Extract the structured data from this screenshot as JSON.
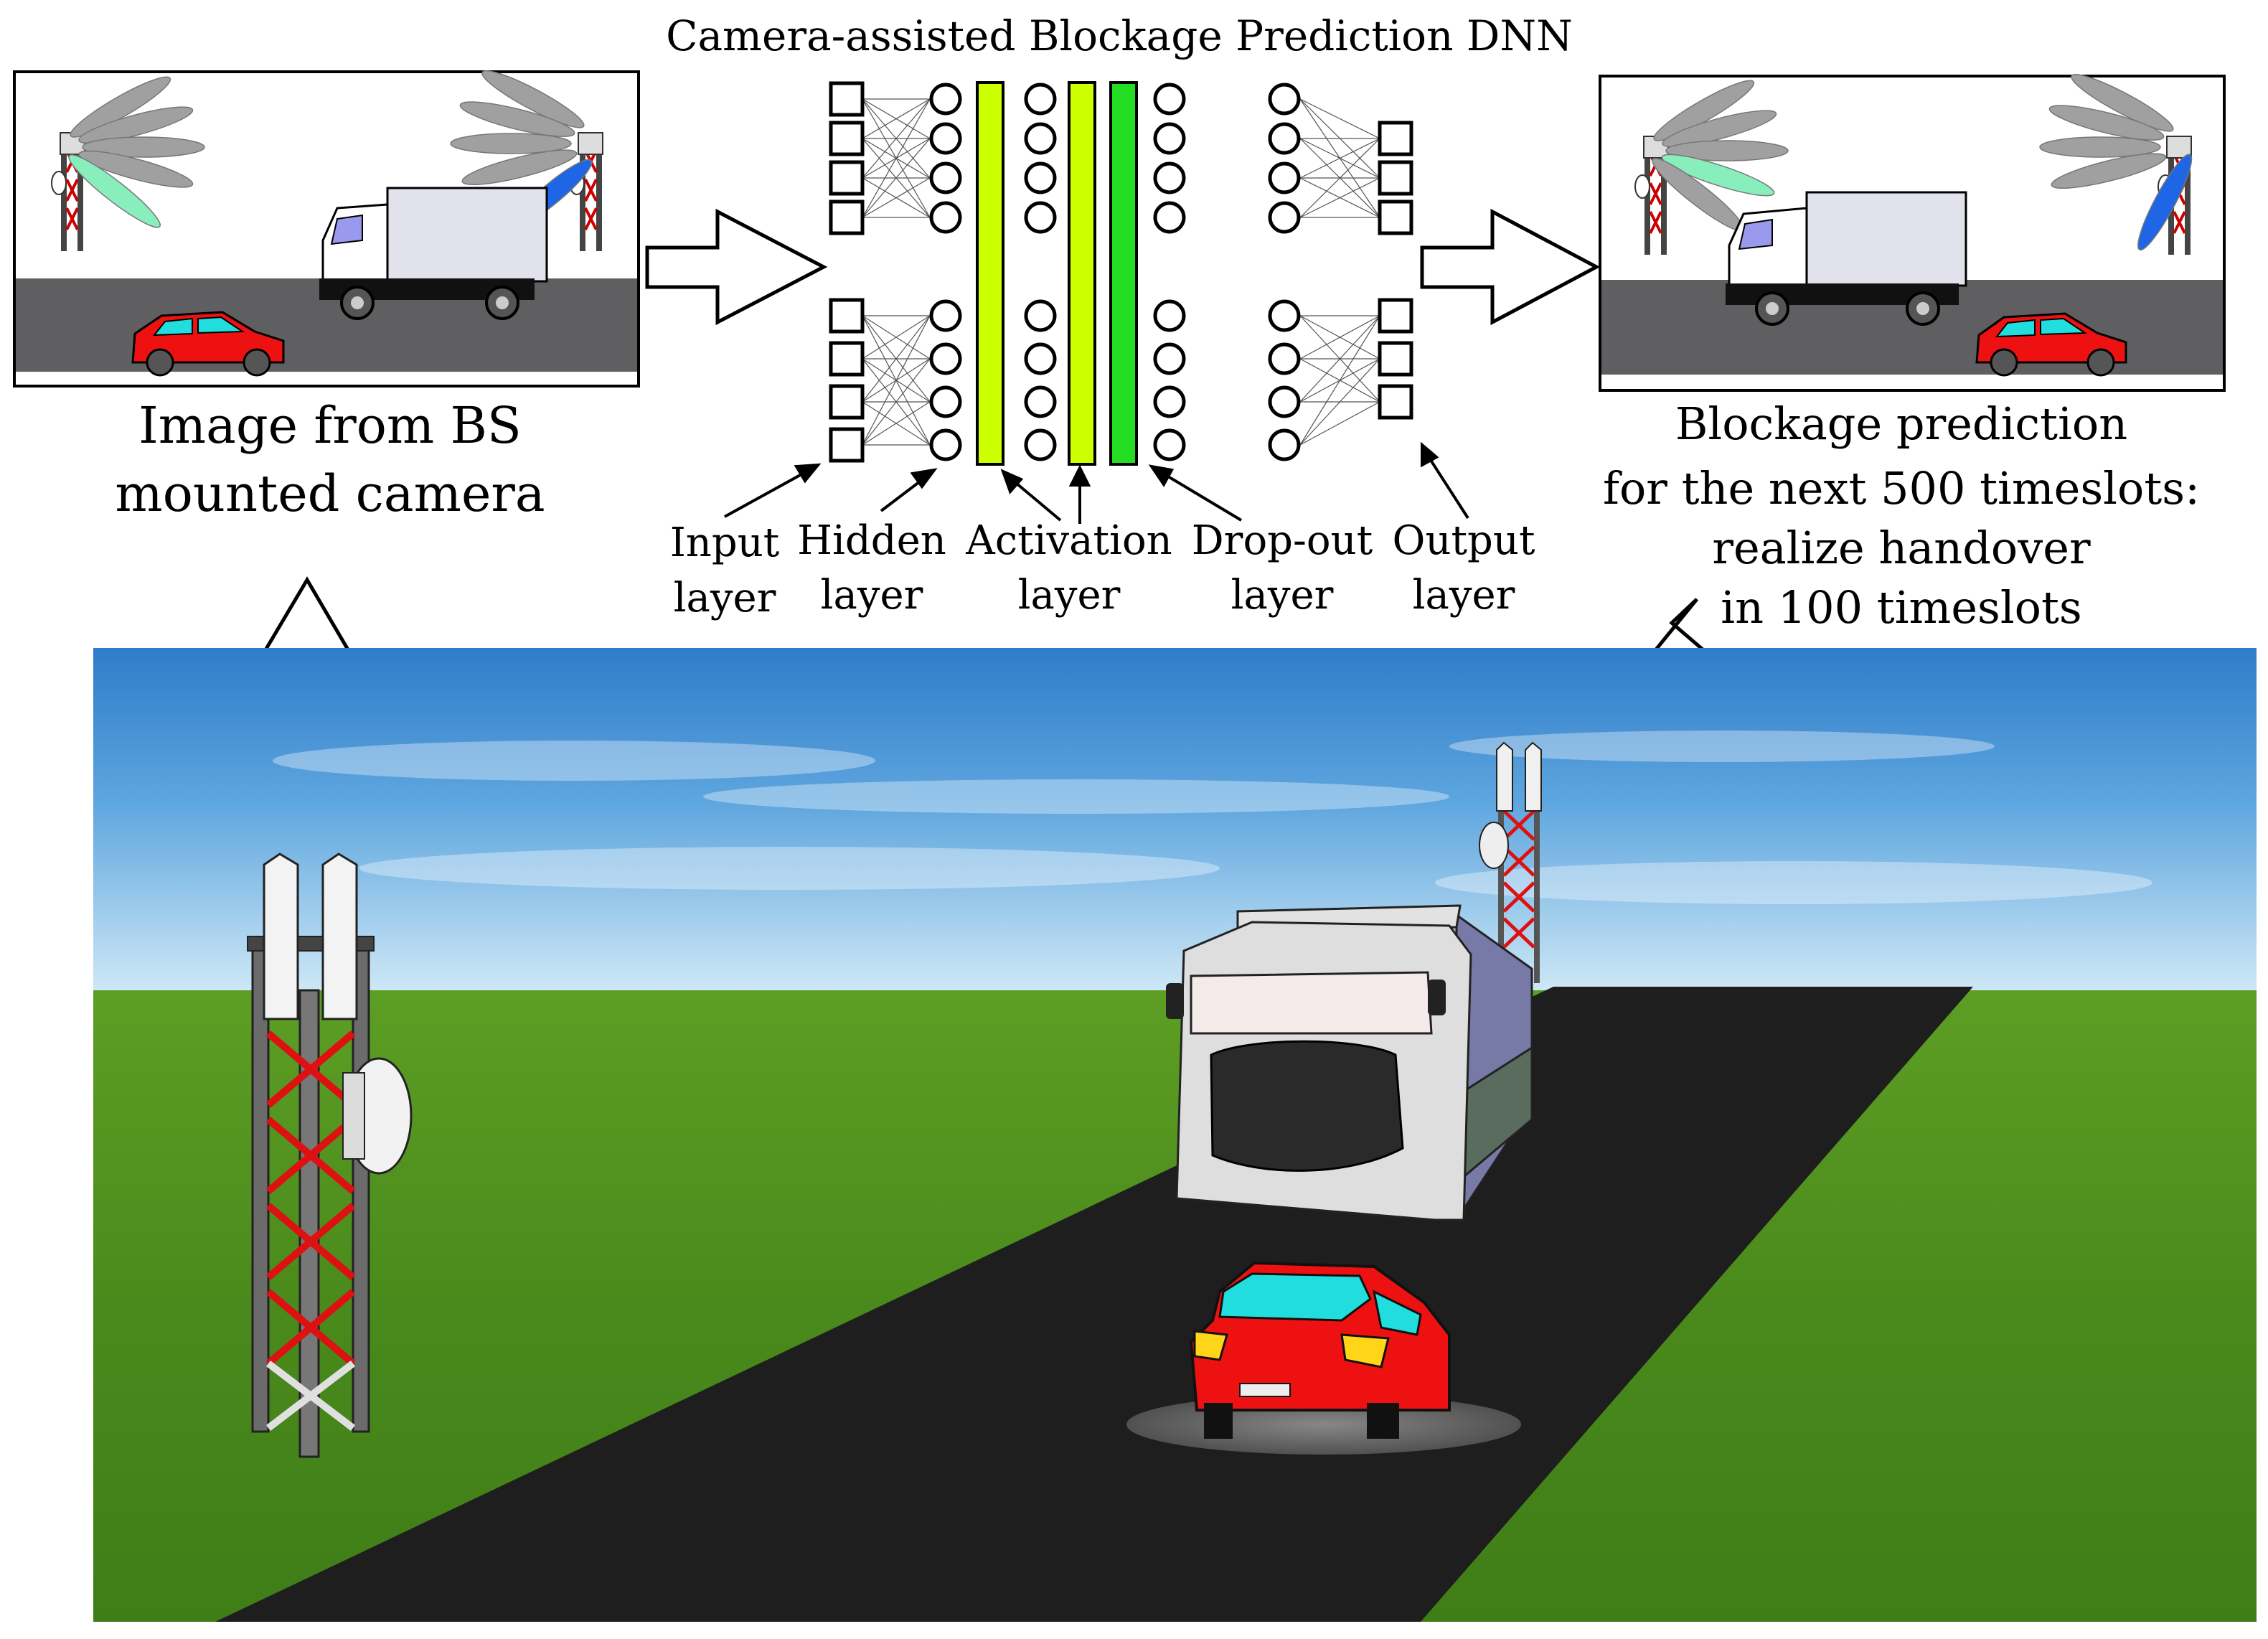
{
  "title": "Camera-assisted Blockage Prediction DNN",
  "left_caption": {
    "line1": "Image from BS",
    "line2": "mounted camera"
  },
  "right_caption": {
    "line1": "Blockage prediction",
    "line2": "for the next 500 timeslots:",
    "line3": "realize handover",
    "line4": "in 100 timeslots"
  },
  "layers": {
    "input": {
      "line1": "Input",
      "line2": "layer"
    },
    "hidden": {
      "line1": "Hidden",
      "line2": "layer"
    },
    "activation": {
      "line1": "Activation",
      "line2": "layer"
    },
    "dropout": {
      "line1": "Drop-out",
      "line2": "layer"
    },
    "output": {
      "line1": "Output",
      "line2": "layer"
    }
  },
  "colors": {
    "activation_layer": "#ccff00",
    "dropout_layer": "#22dd22",
    "beam_green": "#88eebb",
    "beam_blue": "#1e66e6",
    "beam_gray": "#9a9a9a",
    "car": "#ee1111",
    "window": "#22dddd",
    "road": "#1e1e1e",
    "sky": "#3a86d0",
    "grass": "#4c8f1e"
  }
}
